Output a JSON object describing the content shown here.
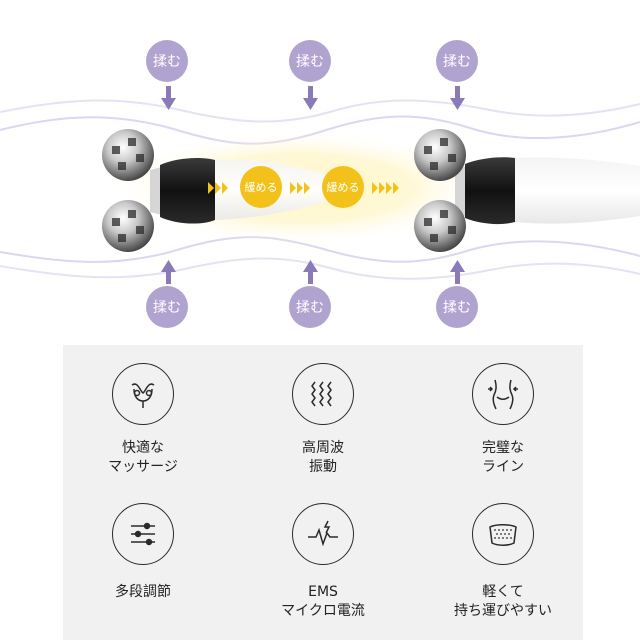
{
  "top": {
    "knead_label": "揉む",
    "relax_label": "緩める"
  },
  "features": [
    {
      "icon": "lymph-massage-icon",
      "line1": "快適な",
      "line2": "マッサージ"
    },
    {
      "icon": "wave-vibration-icon",
      "line1": "高周波",
      "line2": "振動"
    },
    {
      "icon": "body-line-icon",
      "line1": "完璧な",
      "line2": "ライン"
    },
    {
      "icon": "slider-adjust-icon",
      "line1": "多段調節",
      "line2": ""
    },
    {
      "icon": "ems-pulse-icon",
      "line1": "EMS",
      "line2": "マイクロ電流"
    },
    {
      "icon": "pouch-bag-icon",
      "line1": "軽くて",
      "line2": "持ち運びやすい"
    }
  ],
  "colors": {
    "accent_purple": "#b1a3cf",
    "accent_yellow": "#f2c21b",
    "panel_gray": "#f1f1f1"
  }
}
